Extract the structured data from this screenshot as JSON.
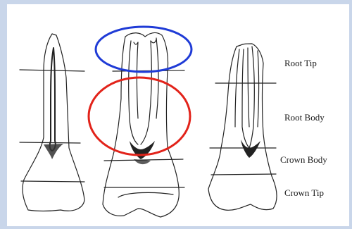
{
  "labels": {
    "root_tip": "Root Tip",
    "root_body": "Root Body",
    "crown_body": "Crown Body",
    "crown_tip": "Crown Tip"
  },
  "colors": {
    "frame": "#c9d6ea",
    "highlight_root_tip": "#1f3bd6",
    "highlight_root_body": "#e2231a",
    "drawing_ink": "#222222"
  },
  "icons": {
    "tooth_1": "single-root-tooth-icon",
    "tooth_2": "two-root-tooth-icon",
    "tooth_3": "multi-root-molar-icon"
  }
}
